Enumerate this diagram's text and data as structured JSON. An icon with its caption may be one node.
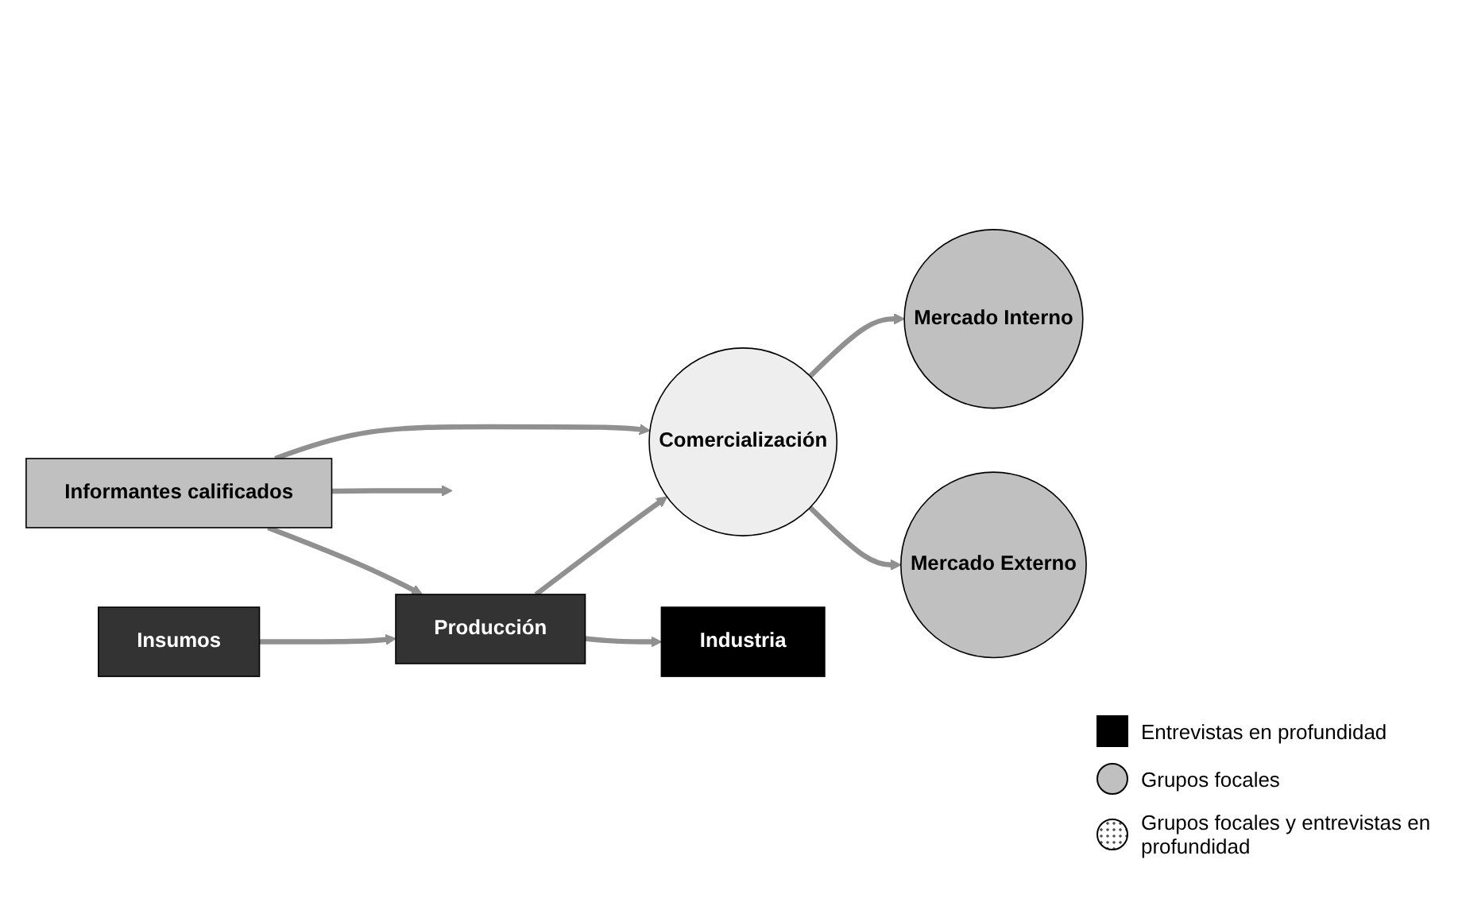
{
  "diagram": {
    "nodes": [
      {
        "text": [
          "Informantes calificados"
        ]
      },
      {
        "text": [
          "Insumos"
        ]
      },
      {
        "text": [
          "Producción"
        ]
      },
      {
        "text": [
          "Comercialización"
        ]
      },
      {
        "text": [
          "Mercado Interno"
        ]
      },
      {
        "text": [
          "Mercado Externo"
        ]
      },
      {
        "text": [
          "Industria"
        ]
      }
    ],
    "edges": [
      {
        "from": 0,
        "to": 2,
        "arrow": "to"
      },
      {
        "from": 0,
        "to": null,
        "arrow": "to"
      },
      {
        "from": 0,
        "to": 3,
        "arrow": "to"
      },
      {
        "from": 1,
        "to": 2,
        "arrow": "to"
      },
      {
        "from": 2,
        "to": 3,
        "arrow": "to"
      },
      {
        "from": 3,
        "to": 4,
        "arrow": "to"
      },
      {
        "from": 3,
        "to": 5,
        "arrow": "to"
      },
      {
        "from": 2,
        "to": 6,
        "arrow": "to"
      }
    ],
    "legend": [
      {
        "text": "Entrevistas en profundidad",
        "color": "#000000"
      },
      {
        "text": "Grupos focales"
      },
      {
        "text": "Grupos focales y entrevistas en profundidad"
      }
    ]
  }
}
